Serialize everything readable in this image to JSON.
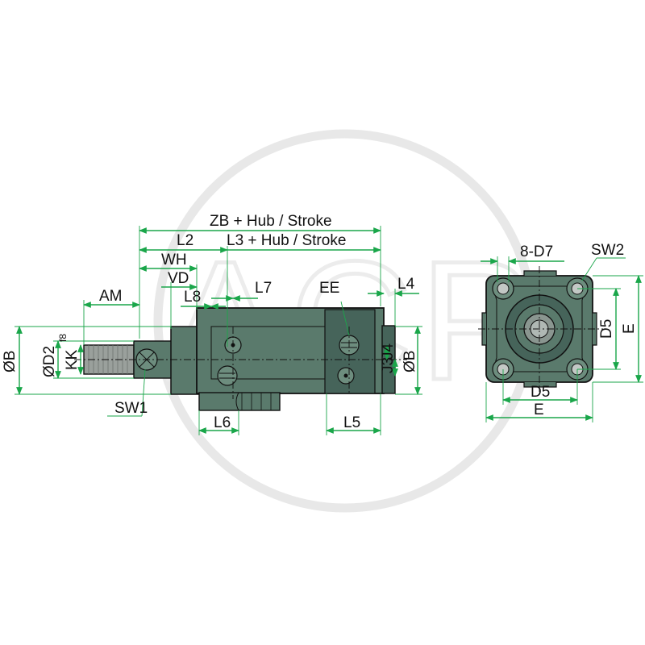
{
  "diagram": {
    "watermark_text": "ACP",
    "colors": {
      "body": "#5a7a6c",
      "body_dark": "#46645a",
      "dimension_line": "#1aa64a",
      "outline": "#111111",
      "watermark": "#e6e6e6"
    },
    "labels": {
      "zb_stroke": "ZB + Hub / Stroke",
      "l2": "L2",
      "l3_stroke": "L3 + Hub / Stroke",
      "wh": "WH",
      "vd": "VD",
      "am": "AM",
      "l8": "L8",
      "l7": "L7",
      "ee": "EE",
      "l4": "L4",
      "ob_left": "ØB",
      "od2": "ØD2",
      "od2_tol": "f8",
      "kk": "KK",
      "j3": "J3",
      "j4": "J4",
      "ob_right": "ØB",
      "sw1": "SW1",
      "l6": "L6",
      "l5": "L5",
      "d7": "8-D7",
      "sw2": "SW2",
      "d5_vertical": "D5",
      "e_vertical": "E",
      "d5_horizontal": "D5",
      "e_horizontal": "E"
    }
  }
}
